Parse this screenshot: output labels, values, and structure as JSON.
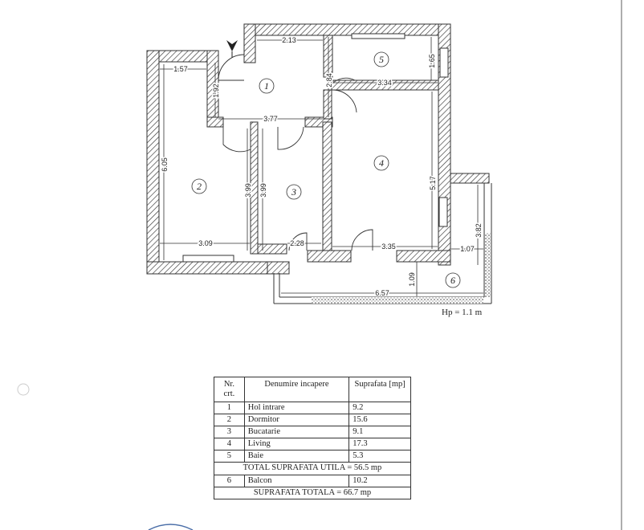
{
  "plan": {
    "rooms": [
      {
        "id": "1",
        "label": "1"
      },
      {
        "id": "2",
        "label": "2"
      },
      {
        "id": "3",
        "label": "3"
      },
      {
        "id": "4",
        "label": "4"
      },
      {
        "id": "5",
        "label": "5"
      },
      {
        "id": "6",
        "label": "6"
      }
    ],
    "dimensions": {
      "d213": "2.13",
      "d157": "1.57",
      "d192": "1.92",
      "d284": "2.84",
      "d165": "1.65",
      "d334": "3.34",
      "d377": "3.77",
      "d605": "6.05",
      "d399a": "3.99",
      "d399b": "3.99",
      "d517": "5.17",
      "d309": "3.09",
      "d228": "2.28",
      "d335": "3.35",
      "d107": "1.07",
      "d382": "3.82",
      "d109": "1.09",
      "d657": "6.57"
    },
    "hp": "Hp = 1.1 m"
  },
  "table": {
    "headers": {
      "nr": "Nr. crt.",
      "name": "Denumire incapere",
      "area": "Suprafata [mp]"
    },
    "rows": [
      {
        "nr": "1",
        "name": "Hol intrare",
        "area": "9.2"
      },
      {
        "nr": "2",
        "name": "Dormitor",
        "area": "15.6"
      },
      {
        "nr": "3",
        "name": "Bucatarie",
        "area": "9.1"
      },
      {
        "nr": "4",
        "name": "Living",
        "area": "17.3"
      },
      {
        "nr": "5",
        "name": "Baie",
        "area": "5.3"
      }
    ],
    "total_utila": "TOTAL SUPRAFATA UTILA = 56.5 mp",
    "balcony": {
      "nr": "6",
      "name": "Balcon",
      "area": "10.2"
    },
    "total": "SUPRAFATA TOTALA = 66.7 mp"
  },
  "colors": {
    "wall": "#444444",
    "line": "#333333"
  }
}
